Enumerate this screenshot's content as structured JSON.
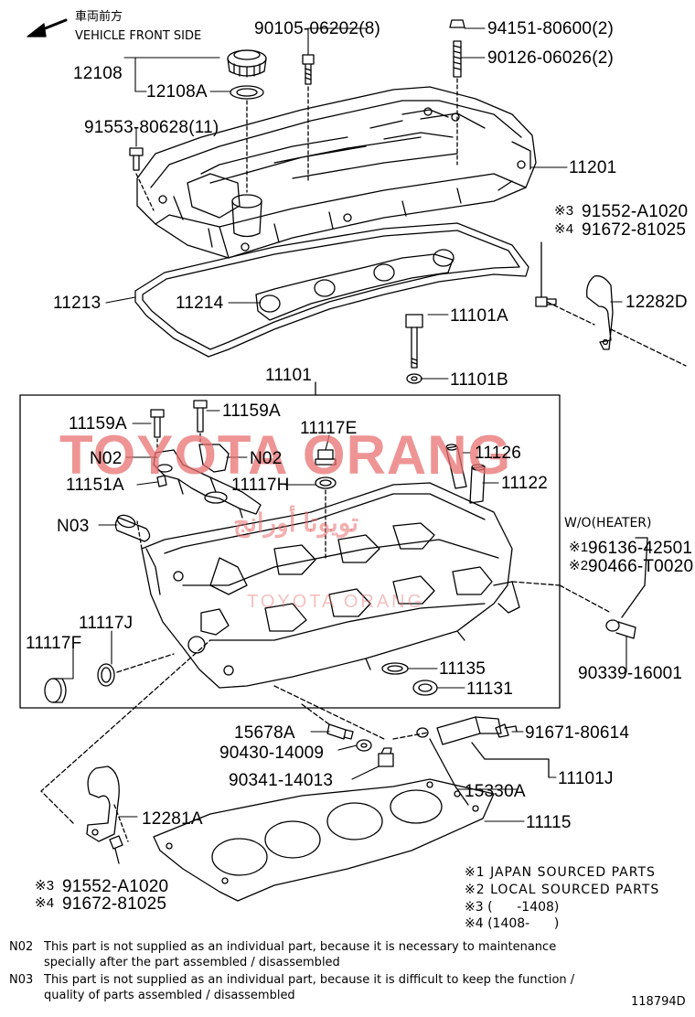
{
  "header": {
    "front_jp": "車両前方",
    "front_en": "VEHICLE FRONT SIDE"
  },
  "watermark": {
    "text": "TOYOTA ORANG",
    "sub": "TOYOTA ORANG",
    "arabic": "تويوتا أورانج",
    "color": "#e87070"
  },
  "parts": {
    "p12108": "12108",
    "p12108A": "12108A",
    "p90105": "90105-06202(8)",
    "p94151": "94151-80600(2)",
    "p90126": "90126-06026(2)",
    "p91553": "91553-80628(11)",
    "p11201": "11201",
    "p91552_top_mark": "※3",
    "p91552_top": "91552-A1020",
    "p91672_top_mark": "※4",
    "p91672_top": "91672-81025",
    "p11213": "11213",
    "p11214": "11214",
    "p12282D": "12282D",
    "p11101A": "11101A",
    "p11101B": "11101B",
    "p11101": "11101",
    "p11159A_left": "11159A",
    "p11159A_right": "11159A",
    "p11117E": "11117E",
    "pN02_left": "N02",
    "pN02_right": "N02",
    "p11126": "11126",
    "p11151A": "11151A",
    "p11117H": "11117H",
    "p11122": "11122",
    "pN03": "N03",
    "wo_heater": "W/O(HEATER)",
    "p96136_mark": "※1",
    "p96136": "96136-42501",
    "p90466_mark": "※2",
    "p90466": "90466-T0020",
    "p11117J": "11117J",
    "p11117F": "11117F",
    "p11135": "11135",
    "p11131": "11131",
    "p90339": "90339-16001",
    "p15678A": "15678A",
    "p91671": "91671-80614",
    "p90430": "90430-14009",
    "p90341": "90341-14013",
    "p11101J": "11101J",
    "p15330A": "15330A",
    "p12281A": "12281A",
    "p11115": "11115",
    "p91552_bot_mark": "※3",
    "p91552_bot": "91552-A1020",
    "p91672_bot_mark": "※4",
    "p91672_bot": "91672-81025"
  },
  "legend": {
    "l1": "※1 JAPAN SOURCED PARTS",
    "l2": "※2 LOCAL SOURCED PARTS",
    "l3": "※3 (      -1408)",
    "l4": "※4 (1408-      )"
  },
  "notes": {
    "n02_code": "N02",
    "n02_line1": "This part is not supplied as an individual part, because it is necessary to maintenance",
    "n02_line2": "specially after the part assembled / disassembled",
    "n03_code": "N03",
    "n03_line1": "This part is not supplied as an individual part, because it is difficult to keep the function /",
    "n03_line2": "quality of parts  assembled / disassembled"
  },
  "diagram_id": "118794D"
}
